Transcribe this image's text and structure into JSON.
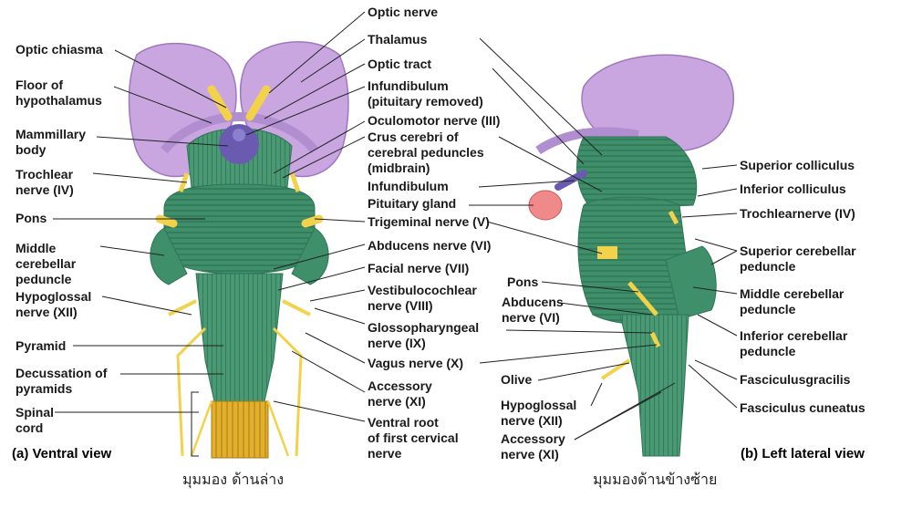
{
  "labels": {
    "optic_chiasma": "Optic chiasma",
    "floor_hypothalamus": "Floor of\nhypothalamus",
    "mammillary_body": "Mammillary\nbody",
    "trochlear_left": "Trochlear\nnerve (IV)",
    "pons_left": "Pons",
    "middle_cerebellar_left": "Middle\ncerebellar\npeduncle",
    "hypoglossal_left": "Hypoglossal\nnerve (XII)",
    "pyramid": "Pyramid",
    "decussation": "Decussation of\npyramids",
    "spinal_cord": "Spinal\ncord",
    "optic_nerve": "Optic nerve",
    "thalamus": "Thalamus",
    "optic_tract": "Optic tract",
    "infundibulum_removed": "Infundibulum\n(pituitary removed)",
    "oculomotor": "Oculomotor nerve (III)",
    "crus_cerebri": "Crus cerebri of\ncerebral peduncles\n(midbrain)",
    "infundibulum": "Infundibulum",
    "pituitary_gland": "Pituitary gland",
    "trigeminal": "Trigeminal nerve (V)",
    "abducens_mid": "Abducens nerve (VI)",
    "facial": "Facial nerve (VII)",
    "vestibulocochlear": "Vestibulocochlear\nnerve (VIII)",
    "glossopharyngeal": "Glossopharyngeal\nnerve (IX)",
    "vagus": "Vagus nerve (X)",
    "accessory_mid": "Accessory\nnerve (XI)",
    "ventral_root": "Ventral root\nof first cervical\nnerve",
    "pons_lateral": "Pons",
    "abducens_lateral": "Abducens\nnerve (VI)",
    "olive": "Olive",
    "hypoglossal_lateral": "Hypoglossal\nnerve (XII)",
    "accessory_lateral": "Accessory\nnerve (XI)",
    "superior_colliculus": "Superior colliculus",
    "inferior_colliculus": "Inferior colliculus",
    "trochlear_right": "Trochlearnerve (IV)",
    "superior_cerebellar": "Superior cerebellar\npeduncle",
    "middle_cerebellar_right": "Middle cerebellar\npeduncle",
    "inferior_cerebellar": "Inferior cerebellar\npeduncle",
    "fasciculus_gracilis": "Fasciculusgracilis",
    "fasciculus_cuneatus": "Fasciculus cuneatus"
  },
  "captions": {
    "ventral": "(a)  Ventral view",
    "lateral": "(b)  Left lateral view",
    "thai_ventral": "มุมมอง ด้านล่าง",
    "thai_lateral": "มุมมองด้านข้างซ้าย"
  },
  "colors": {
    "brainstem_green": "#3f8f6a",
    "cerebrum_purple": "#c9a6e0",
    "nerve_yellow": "#f2d24a",
    "spinal_gold": "#d9a520",
    "pituitary_pink": "#f08a8a",
    "leader_line": "#222222"
  }
}
